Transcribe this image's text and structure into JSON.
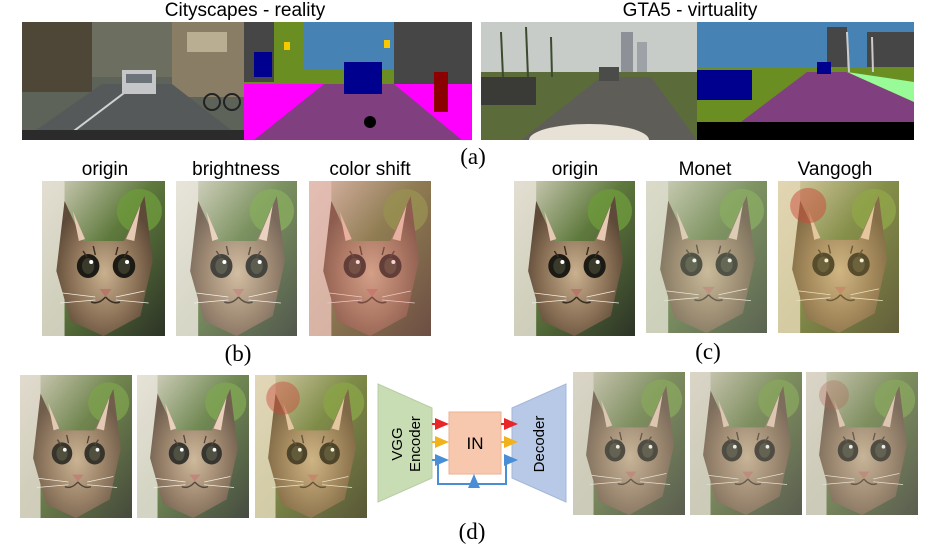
{
  "panel_a": {
    "left_title": "Cityscapes - reality",
    "right_title": "GTA5 - virtuality",
    "label": "(a)"
  },
  "panel_b": {
    "labels": [
      "origin",
      "brightness",
      "color shift"
    ],
    "label": "(b)"
  },
  "panel_c": {
    "labels": [
      "origin",
      "Monet",
      "Vangogh"
    ],
    "label": "(c)"
  },
  "panel_d": {
    "encoder": [
      "VGG",
      "Encoder"
    ],
    "norm": "IN",
    "decoder": "Decoder",
    "label": "(d)",
    "arrow_colors": [
      "#e8262a",
      "#f2b21c",
      "#4a8fd6"
    ],
    "encoder_color": "#c9ddb5",
    "norm_color": "#f7c8ad",
    "decoder_color": "#b7c9e6"
  }
}
